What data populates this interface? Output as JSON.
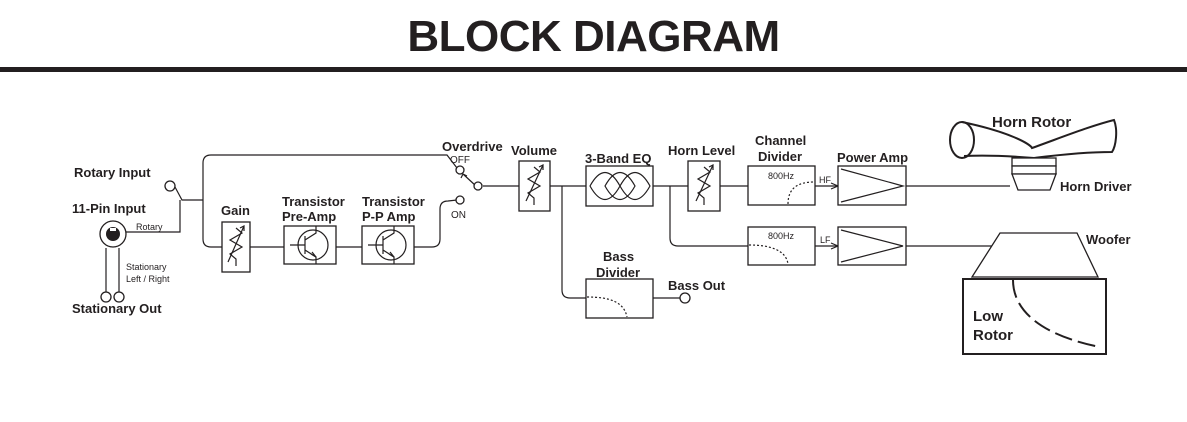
{
  "title": "BLOCK DIAGRAM",
  "labels": {
    "rotary_input": "Rotary Input",
    "pin_input": "11-Pin Input",
    "rotary": "Rotary",
    "stationary_lr_1": "Stationary",
    "stationary_lr_2": "Left / Right",
    "stationary_out": "Stationary Out",
    "gain": "Gain",
    "transistor_preamp_1": "Transistor",
    "transistor_preamp_2": "Pre-Amp",
    "transistor_ppamp_1": "Transistor",
    "transistor_ppamp_2": "P-P Amp",
    "overdrive": "Overdrive",
    "off": "OFF",
    "on": "ON",
    "volume": "Volume",
    "eq": "3-Band EQ",
    "horn_level": "Horn Level",
    "channel_divider_1": "Channel",
    "channel_divider_2": "Divider",
    "freq_hf": "800Hz",
    "freq_lf": "800Hz",
    "hf": "HF",
    "lf": "LF",
    "power_amp": "Power Amp",
    "horn_rotor": "Horn Rotor",
    "horn_driver": "Horn Driver",
    "woofer": "Woofer",
    "low_rotor_1": "Low",
    "low_rotor_2": "Rotor",
    "bass_divider_1": "Bass",
    "bass_divider_2": "Divider",
    "bass_out": "Bass Out"
  },
  "colors": {
    "ink": "#231f20",
    "background": "#ffffff"
  }
}
